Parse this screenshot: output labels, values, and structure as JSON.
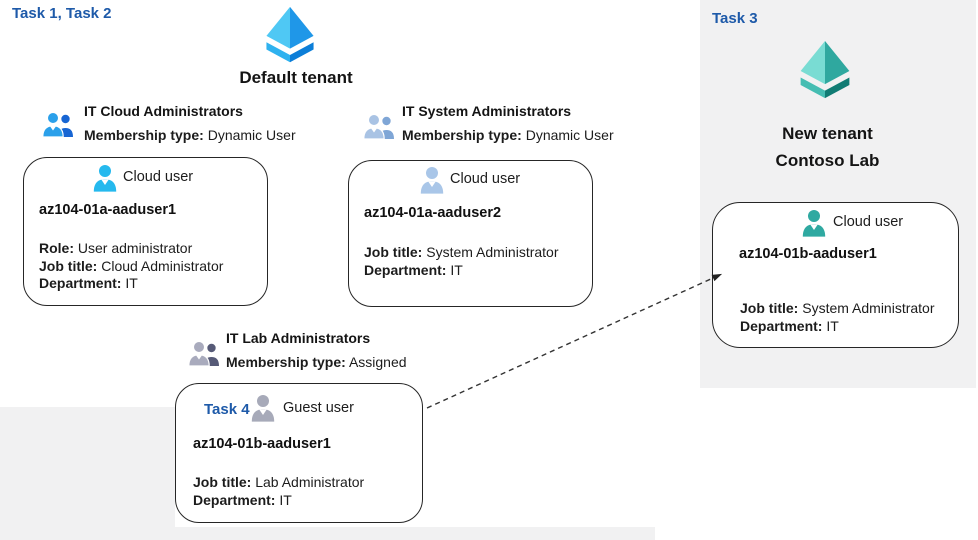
{
  "main": {
    "task_label": "Task 1, Task 2",
    "tenant_name": "Default tenant",
    "groups": {
      "cloud": {
        "name": "IT Cloud Administrators",
        "membership_label": "Membership type:",
        "membership_value": "Dynamic User"
      },
      "system": {
        "name": "IT System Administrators",
        "membership_label": "Membership type:",
        "membership_value": "Dynamic User"
      },
      "lab": {
        "name": "IT Lab Administrators",
        "membership_label": "Membership type:",
        "membership_value": "Assigned"
      }
    },
    "users": {
      "user1": {
        "type_label": "Cloud user",
        "name": "az104-01a-aaduser1",
        "role_label": "Role:",
        "role_value": "User administrator",
        "job_label": "Job title:",
        "job_value": "Cloud Administrator",
        "dept_label": "Department:",
        "dept_value": "IT"
      },
      "user2": {
        "type_label": "Cloud user",
        "name": "az104-01a-aaduser2",
        "job_label": "Job title:",
        "job_value": "System Administrator",
        "dept_label": "Department:",
        "dept_value": "IT"
      },
      "guest": {
        "task_label": "Task 4",
        "type_label": "Guest user",
        "name": "az104-01b-aaduser1",
        "job_label": "Job title:",
        "job_value": "Lab Administrator",
        "dept_label": "Department:",
        "dept_value": "IT"
      }
    }
  },
  "right": {
    "task_label": "Task 3",
    "tenant_line1": "New tenant",
    "tenant_line2": "Contoso Lab",
    "user": {
      "type_label": "Cloud user",
      "name": "az104-01b-aaduser1",
      "job_label": "Job title:",
      "job_value": "System Administrator",
      "dept_label": "Department:",
      "dept_value": "IT"
    }
  },
  "colors": {
    "task_text_blue": "#1e5aa9",
    "panel_bg": "#f1f1f2",
    "card_border": "#262626",
    "body_text": "#1c1c1c",
    "tenant_icon_blue_light": "#4fc8f4",
    "tenant_icon_blue_dark": "#0c7ed8",
    "tenant_icon_teal_light": "#79dcd3",
    "tenant_icon_teal_dark": "#117c74",
    "cloud_user_cyan": "#25b9ee",
    "cloud_user_pale_blue": "#a9c6e8",
    "guest_user_gray": "#a7aab9",
    "cloud_user_teal": "#2fa9a1",
    "group_cloud_big": "#2ba0ea",
    "group_cloud_small": "#1765d3",
    "group_system_big": "#a9c3e4",
    "group_system_small": "#7fa6d6",
    "group_lab_big": "#a9abbd",
    "group_lab_small": "#565a77",
    "arrow_color": "#333333"
  }
}
